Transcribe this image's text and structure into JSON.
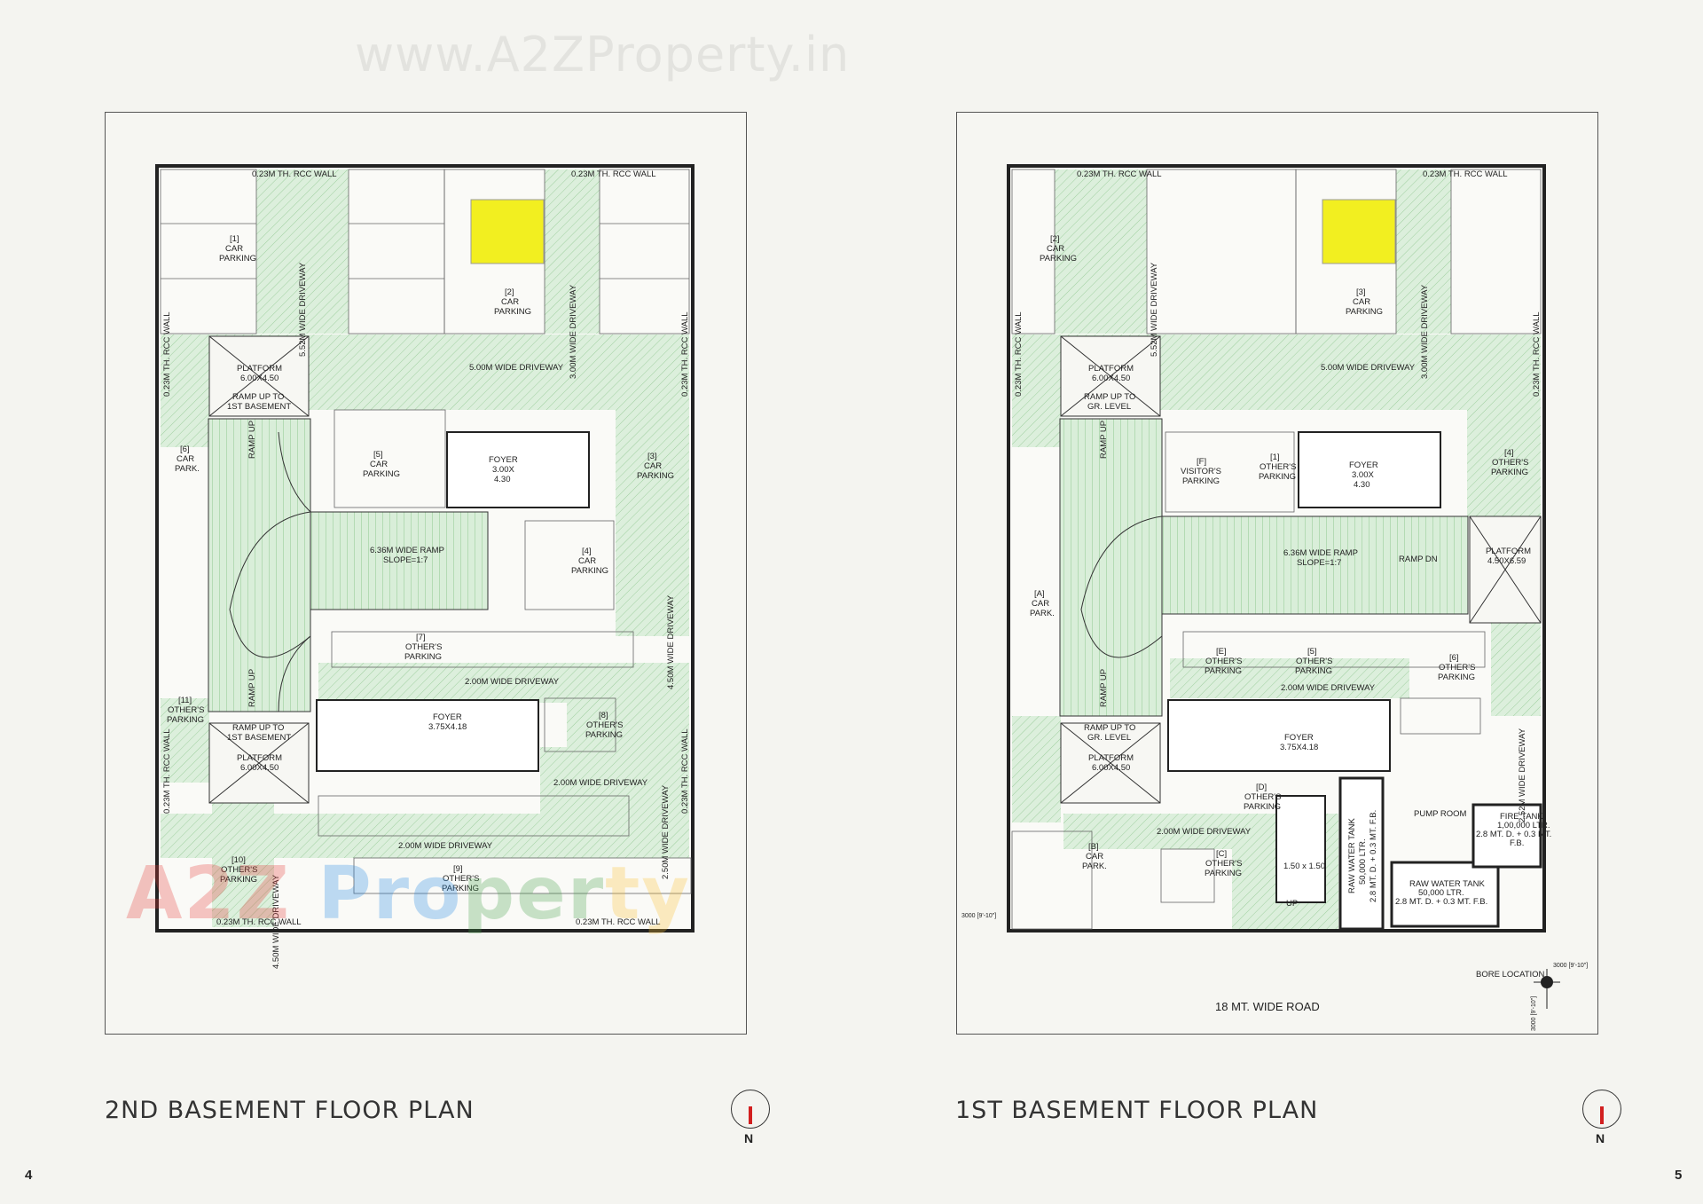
{
  "watermark": "www.A2ZProperty.in",
  "brand_mark": "A2Z Property",
  "left_plan": {
    "title": "2ND BASEMENT FLOOR PLAN",
    "page": "4",
    "north": "N",
    "labels": {
      "wall_top_a": "0.23M TH. RCC WALL",
      "wall_top_b": "0.23M TH. RCC WALL",
      "wall_bot_a": "0.23M TH. RCC WALL",
      "wall_bot_b": "0.23M TH. RCC WALL",
      "wall_left_a": "0.23M TH. RCC WALL",
      "wall_left_b": "0.23M TH. RCC WALL",
      "wall_right_a": "0.23M TH. RCC WALL",
      "wall_right_b": "0.23M TH. RCC WALL",
      "car1": [
        "[1]",
        "CAR",
        "PARKING"
      ],
      "car2": [
        "[2]",
        "CAR",
        "PARKING"
      ],
      "car3": [
        "[3]",
        "CAR",
        "PARKING"
      ],
      "car4": [
        "[4]",
        "CAR",
        "PARKING"
      ],
      "car5": [
        "[5]",
        "CAR",
        "PARKING"
      ],
      "car6": [
        "[6]",
        "CAR",
        "PARK."
      ],
      "car7": [
        "[7]",
        "OTHER'S",
        "PARKING"
      ],
      "car8": [
        "[8]",
        "OTHER'S",
        "PARKING"
      ],
      "car9": [
        "[9]",
        "OTHER'S",
        "PARKING"
      ],
      "car10": [
        "[10]",
        "OTHER'S",
        "PARKING"
      ],
      "car11": [
        "[11]",
        "OTHER'S",
        "PARKING"
      ],
      "drive_552": "5.52M WIDE DRIVEWAY",
      "drive_300": "3.00M WIDE DRIVEWAY",
      "drive_500": "5.00M WIDE DRIVEWAY",
      "drive_450r": "4.50M WIDE DRIVEWAY",
      "drive_200a": "2.00M WIDE DRIVEWAY",
      "drive_250": "2.50M WIDE DRIVEWAY",
      "drive_200b": "2.00M WIDE DRIVEWAY",
      "drive_200c": "2.00M WIDE DRIVEWAY",
      "drive_450l": "4.50M WIDE DRIVEWAY",
      "platform_top": [
        "PLATFORM",
        "6.00X4.50"
      ],
      "ramp_up_top": [
        "RAMP UP TO",
        "1ST BASEMENT"
      ],
      "ramp_up_bot": [
        "RAMP UP TO",
        "1ST BASEMENT"
      ],
      "platform_bot": [
        "PLATFORM",
        "6.00X4.50"
      ],
      "ramp_up_a": "RAMP UP",
      "ramp_up_b": "RAMP UP",
      "ramp_main": [
        "6.36M WIDE RAMP",
        "SLOPE=1:7"
      ],
      "foyer_top": [
        "FOYER",
        "3.00X",
        "4.30"
      ],
      "foyer_bot": [
        "FOYER",
        "3.75X4.18"
      ]
    }
  },
  "right_plan": {
    "title": "1ST BASEMENT FLOOR PLAN",
    "page": "5",
    "north": "N",
    "labels": {
      "wall_top_a": "0.23M TH. RCC WALL",
      "wall_top_b": "0.23M TH. RCC WALL",
      "wall_left": "0.23M TH. RCC WALL",
      "wall_right": "0.23M TH. RCC WALL",
      "car2": [
        "[2]",
        "CAR",
        "PARKING"
      ],
      "car3": [
        "[3]",
        "CAR",
        "PARKING"
      ],
      "carA": [
        "[A]",
        "CAR",
        "PARK."
      ],
      "carB": [
        "[B]",
        "CAR",
        "PARK."
      ],
      "visitor": [
        "[F]",
        "VISITOR'S",
        "PARKING"
      ],
      "other1": [
        "[1]",
        "OTHER'S",
        "PARKING"
      ],
      "other4": [
        "[4]",
        "OTHER'S",
        "PARKING"
      ],
      "otherE": [
        "[E]",
        "OTHER'S",
        "PARKING"
      ],
      "other5": [
        "[5]",
        "OTHER'S",
        "PARKING"
      ],
      "other6": [
        "[6]",
        "OTHER'S",
        "PARKING"
      ],
      "otherD": [
        "[D]",
        "OTHER'S",
        "PARKING"
      ],
      "otherC": [
        "[C]",
        "OTHER'S",
        "PARKING"
      ],
      "drive_552": "5.52M WIDE DRIVEWAY",
      "drive_300": "3.00M WIDE DRIVEWAY",
      "drive_500": "5.00M WIDE DRIVEWAY",
      "drive_200a": "2.00M WIDE DRIVEWAY",
      "drive_252": "2.52M WIDE DRIVEWAY",
      "drive_200b": "2.00M WIDE DRIVEWAY",
      "platform_top": [
        "PLATFORM",
        "6.00X4.50"
      ],
      "ramp_up_top": [
        "RAMP UP TO",
        "GR. LEVEL"
      ],
      "ramp_up_bot": [
        "RAMP UP TO",
        "GR. LEVEL"
      ],
      "platform_bot": [
        "PLATFORM",
        "6.00X4.50"
      ],
      "platform_right": [
        "PLATFORM",
        "4.50X6.59"
      ],
      "ramp_up_a": "RAMP UP",
      "ramp_up_b": "RAMP UP",
      "ramp_main": [
        "6.36M WIDE RAMP",
        "SLOPE=1:7"
      ],
      "ramp_dn": "RAMP DN",
      "foyer_top": [
        "FOYER",
        "3.00X",
        "4.30"
      ],
      "foyer_bot": [
        "FOYER",
        "3.75X4.18"
      ],
      "pump_room": "PUMP ROOM",
      "fire_tank": [
        "FIRE TANK",
        "1,00,000 LTR.",
        "2.8 MT. D. + 0.3 MT.",
        "F.B."
      ],
      "raw_tank_v": [
        "RAW WATER TANK",
        "50,000 LTR.",
        "2.8 MT. D. + 0.3 MT. F.B."
      ],
      "raw_tank_h": [
        "RAW WATER TANK",
        "50,000 LTR.",
        "2.8 MT. D. + 0.3 MT. F.B."
      ],
      "stair_dim": "1.50 x 1.50",
      "up": "UP",
      "road": "18 MT. WIDE ROAD",
      "bore": "BORE LOCATION",
      "dim_a": "3000 [9'-10\"]",
      "dim_b": "3000 [9'-10\"]",
      "dim_c": "3000 [9'-10\"]"
    }
  }
}
